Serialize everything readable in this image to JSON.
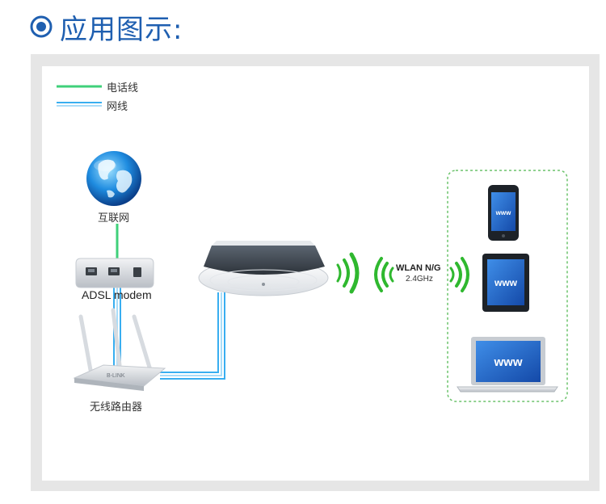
{
  "header": {
    "title": "应用图示:"
  },
  "legend": {
    "phone_line": "电话线",
    "network_cable": "网线",
    "colors": {
      "phone_line": "#3fd07a",
      "network_cable": "#38aef0"
    }
  },
  "nodes": {
    "internet": "互联网",
    "modem": "ADSL modem",
    "router": "无线路由器",
    "access_point": "",
    "wlan_label": "WLAN N/G",
    "frequency": "2.4GHz"
  },
  "devices": {
    "phone_screen": "www",
    "tablet_screen": "www",
    "laptop_screen": "www"
  },
  "colors": {
    "title": "#1f5fb0",
    "wifi": "#2fb82f",
    "device_group_border": "#6cc36c",
    "screen": "#1e63c8"
  }
}
